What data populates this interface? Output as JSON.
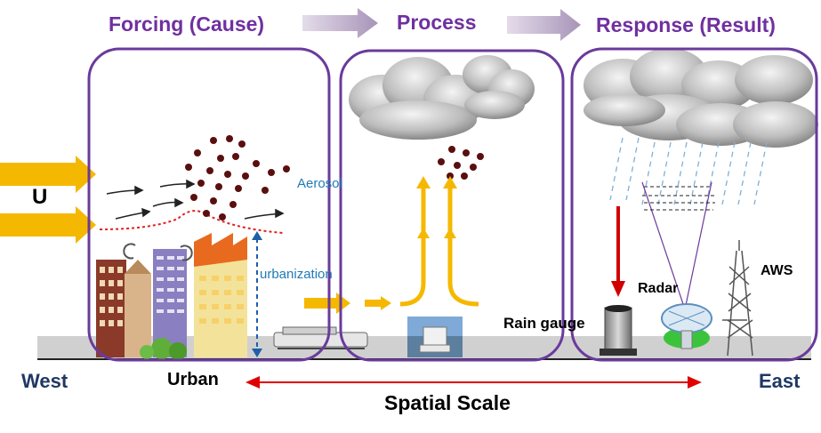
{
  "headers": {
    "forcing": "Forcing (Cause)",
    "process": "Process",
    "response": "Response (Result)"
  },
  "labels": {
    "wind": "U",
    "aerosol": "Aerosol",
    "urbanization": "urbanization",
    "rain_gauge": "Rain gauge",
    "radar": "Radar",
    "aws": "AWS",
    "west": "West",
    "urban": "Urban",
    "east": "East",
    "spatial_scale": "Spatial Scale"
  },
  "colors": {
    "header": "#7030a0",
    "panel_border": "#6a3a9c",
    "direction_text": "#1f3864",
    "annotation_text": "#1f7ab5",
    "wind_arrow": "#f2b300",
    "aerosol_dot": "#5a0f0f",
    "scale_arrow": "#e00000"
  }
}
